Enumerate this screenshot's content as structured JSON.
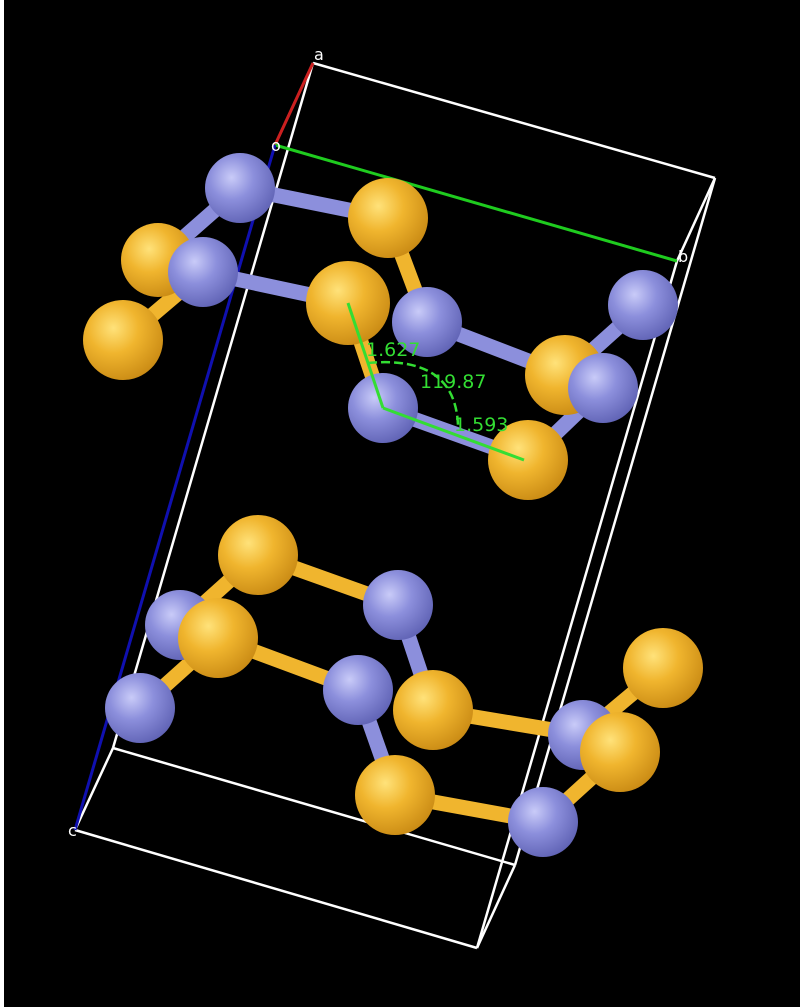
{
  "viewer": {
    "background": "#000000",
    "cell_line_color": "#ffffff",
    "measure_color": "#33dd33"
  },
  "axes": {
    "a": {
      "label": "a",
      "color": "#cc1f1f"
    },
    "b": {
      "label": "b",
      "color": "#1fcc1f"
    },
    "c": {
      "label": "c",
      "color": "#1010b0"
    },
    "origin": {
      "label": "o"
    }
  },
  "atoms": {
    "blue_color": "#8c8fdc",
    "gold_color": "#f0b52e"
  },
  "measurements": {
    "distance_1": "1.627",
    "angle": "119.87",
    "distance_2": "1.593"
  }
}
